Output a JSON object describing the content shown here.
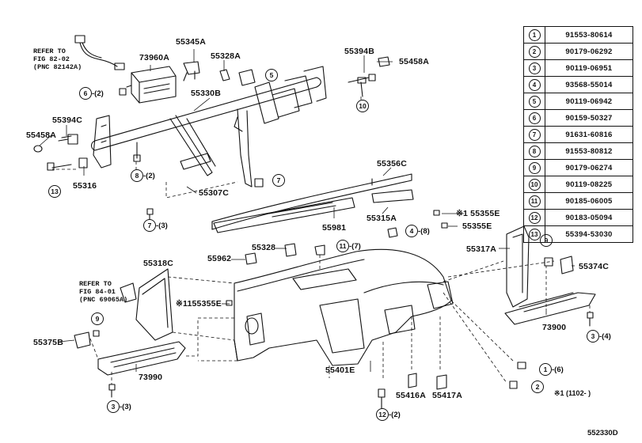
{
  "references": {
    "top_left": [
      "REFER TO",
      "FIG 82-02",
      "(PNC 82142A)"
    ],
    "mid_left": [
      "REFER TO",
      "FIG 84-01",
      "(PNC 69065A)"
    ]
  },
  "labels": {
    "p55345A": "55345A",
    "p55328A": "55328A",
    "p73960A": "73960A",
    "p55394B": "55394B",
    "p55458A_r": "55458A",
    "p55330B": "55330B",
    "p55394C": "55394C",
    "p55458A_l": "55458A",
    "p55316": "55316",
    "p55356C": "55356C",
    "p55307C": "55307C",
    "p55315A": "55315A",
    "p55981": "55981",
    "p55355E_a": "55355E",
    "p55355E_b": "55355E",
    "p55328": "55328",
    "p55962": "55962",
    "p55317A": "55317A",
    "p55374C": "55374C",
    "p55318C": "55318C",
    "p55355E_c": "55355E",
    "p73900": "73900",
    "p55375B": "55375B",
    "p73990": "73990",
    "p55401E": "55401E",
    "p55416A": "55416A",
    "p55417A": "55417A"
  },
  "marks": {
    "kome1": "※1",
    "kome1_c": "※1"
  },
  "callouts": [
    {
      "num": "6",
      "qty": "-(2)"
    },
    {
      "num": "5",
      "qty": ""
    },
    {
      "num": "10",
      "qty": ""
    },
    {
      "num": "8",
      "qty": "-(2)"
    },
    {
      "num": "7",
      "qty": ""
    },
    {
      "num": "13",
      "qty": ""
    },
    {
      "num": "7",
      "qty": "-(3)"
    },
    {
      "num": "4",
      "qty": "-(8)"
    },
    {
      "num": "11",
      "qty": "-(7)"
    },
    {
      "num": "9",
      "qty": ""
    },
    {
      "num": "3",
      "qty": "-(4)"
    },
    {
      "num": "9",
      "qty": ""
    },
    {
      "num": "3",
      "qty": "-(3)"
    },
    {
      "num": "1",
      "qty": "-(6)"
    },
    {
      "num": "2",
      "qty": ""
    },
    {
      "num": "12",
      "qty": "-(2)"
    }
  ],
  "parts_table": [
    {
      "num": "1",
      "part": "91553-80614"
    },
    {
      "num": "2",
      "part": "90179-06292"
    },
    {
      "num": "3",
      "part": "90119-06951"
    },
    {
      "num": "4",
      "part": "93568-55014"
    },
    {
      "num": "5",
      "part": "90119-06942"
    },
    {
      "num": "6",
      "part": "90159-50327"
    },
    {
      "num": "7",
      "part": "91631-60816"
    },
    {
      "num": "8",
      "part": "91553-80812"
    },
    {
      "num": "9",
      "part": "90179-06274"
    },
    {
      "num": "10",
      "part": "90119-08225"
    },
    {
      "num": "11",
      "part": "90185-06005"
    },
    {
      "num": "12",
      "part": "90183-05094"
    },
    {
      "num": "13",
      "part": "55394-53030"
    }
  ],
  "footnote": "※1 (1102-      )",
  "figure_code": "552330D"
}
